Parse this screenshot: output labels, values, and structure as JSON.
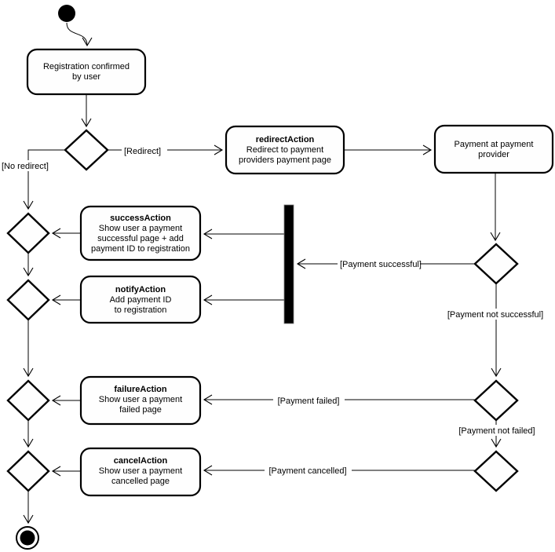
{
  "diagram": {
    "kind": "uml-activity-diagram",
    "background_color": "#ffffff",
    "stroke_color": "#000000"
  },
  "nodes": {
    "start": {
      "type": "initial-node"
    },
    "registration": {
      "lines": [
        "Registration confirmed",
        "by user"
      ]
    },
    "redirect_action": {
      "title": "redirectAction",
      "lines": [
        "Redirect to payment",
        "providers payment page"
      ]
    },
    "payment_provider": {
      "lines": [
        "Payment at payment",
        "provider"
      ]
    },
    "success_action": {
      "title": "successAction",
      "lines": [
        "Show user a payment",
        "successful page + add",
        "payment ID to registration"
      ]
    },
    "notify_action": {
      "title": "notifyAction",
      "lines": [
        "Add payment ID",
        "to registration"
      ]
    },
    "failure_action": {
      "title": "failureAction",
      "lines": [
        "Show user a payment",
        "failed page"
      ]
    },
    "cancel_action": {
      "title": "cancelAction",
      "lines": [
        "Show user a payment",
        "cancelled page"
      ]
    },
    "end": {
      "type": "final-node"
    }
  },
  "edge_labels": {
    "redirect": "[Redirect]",
    "no_redirect": "[No redirect]",
    "payment_successful": "[Payment successful]",
    "payment_not_successful": "[Payment not successful]",
    "payment_failed": "[Payment failed]",
    "payment_not_failed": "[Payment not failed]",
    "payment_cancelled": "[Payment cancelled]"
  }
}
